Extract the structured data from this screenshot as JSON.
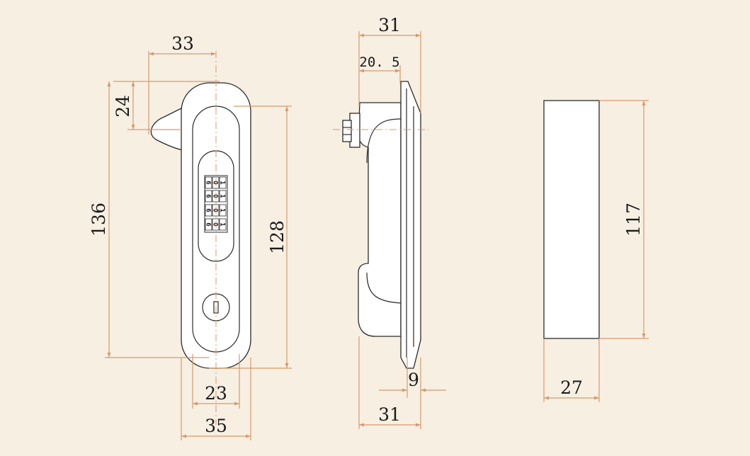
{
  "colors": {
    "background": "#f7efe2",
    "dimension_line": "#d79a6a",
    "outline": "#2b2b2b"
  },
  "front_view": {
    "dims": {
      "width_33": "33",
      "height_24": "24",
      "height_136": "136",
      "height_128": "128",
      "width_23": "23",
      "width_35": "35"
    },
    "dial_rows": [
      [
        "6",
        "0",
        "1"
      ],
      [
        "6",
        "0",
        "1"
      ],
      [
        "6",
        "0",
        "1"
      ],
      [
        "6",
        "0",
        "1"
      ]
    ]
  },
  "side_view": {
    "dims": {
      "width_31_top": "31",
      "width_20_5": "20. 5",
      "width_9": "9",
      "width_31_bottom": "31"
    }
  },
  "cutout_view": {
    "dims": {
      "height_117": "117",
      "width_27": "27"
    }
  }
}
